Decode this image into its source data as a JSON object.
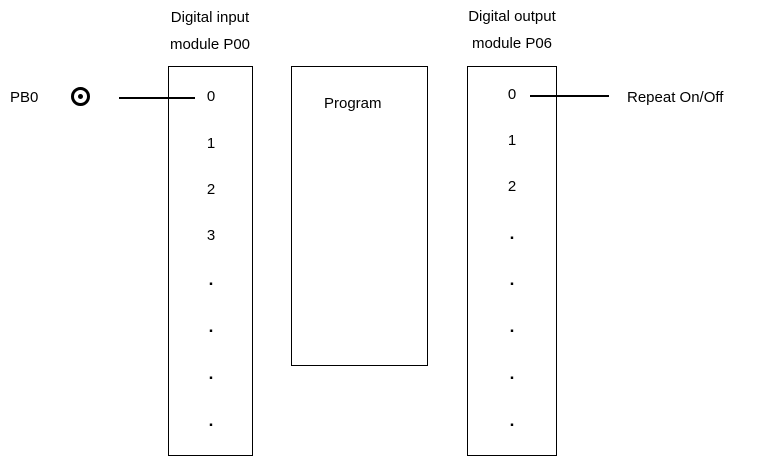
{
  "input_module": {
    "title_line1": "Digital input",
    "title_line2": "module P00",
    "pins": [
      "0",
      "1",
      "2",
      "3",
      ".",
      ".",
      ".",
      "."
    ]
  },
  "program": {
    "label": "Program"
  },
  "output_module": {
    "title_line1": "Digital output",
    "title_line2": "module P06",
    "pins": [
      "0",
      "1",
      "2",
      ".",
      ".",
      ".",
      ".",
      "."
    ]
  },
  "input_device": {
    "label": "PB0",
    "icon": "push-button-icon"
  },
  "output_device": {
    "label": "Repeat On/Off"
  }
}
